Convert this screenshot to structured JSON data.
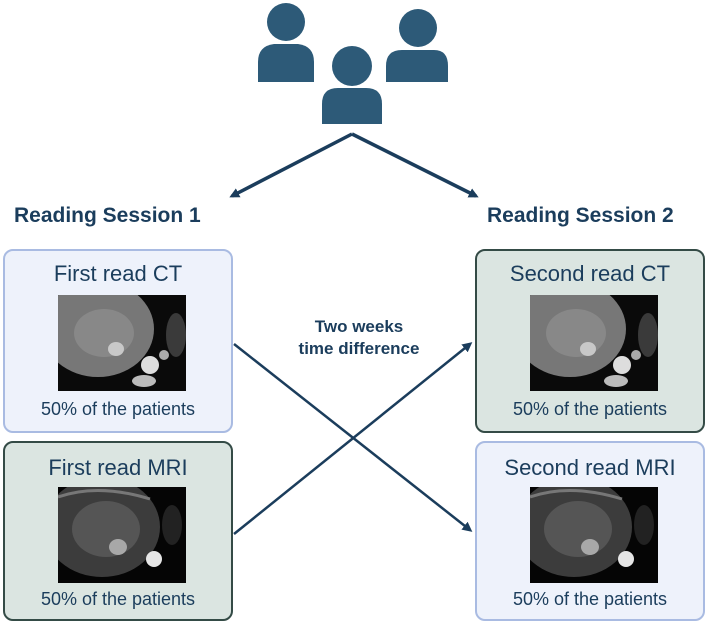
{
  "sessions": {
    "left_title": "Reading Session 1",
    "right_title": "Reading Session 2"
  },
  "cards": {
    "first_ct": {
      "title": "First read CT",
      "footer": "50% of the patients"
    },
    "first_mri": {
      "title": "First read MRI",
      "footer": "50% of the patients"
    },
    "second_ct": {
      "title": "Second read CT",
      "footer": "50% of the patients"
    },
    "second_mri": {
      "title": "Second read MRI",
      "footer": "50% of the patients"
    }
  },
  "annotation": {
    "line1": "Two weeks",
    "line2": "time difference"
  },
  "icons": [
    "readers-group-icon",
    "ct-scan-image",
    "mri-scan-image"
  ],
  "colors": {
    "navy": "#1b3d5c",
    "icon_teal": "#2d5a78",
    "blue_card_bg": "#eef2fb",
    "blue_card_border": "#a9bbe2",
    "green_card_bg": "#dbe5e1",
    "green_card_border": "#344b46"
  }
}
